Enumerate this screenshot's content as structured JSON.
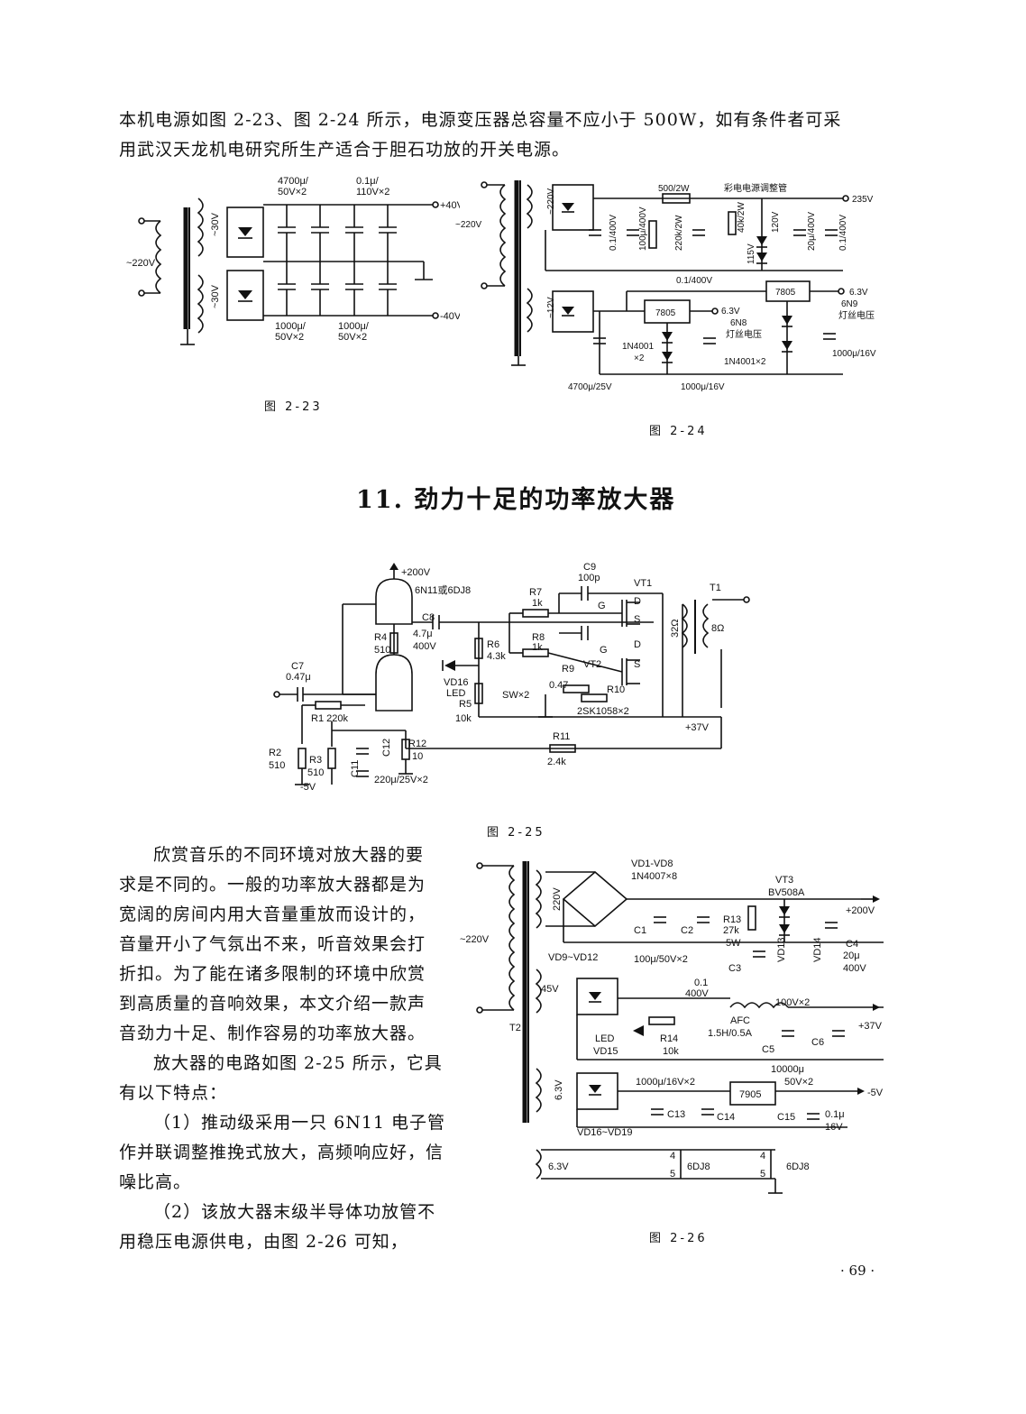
{
  "intro": {
    "line1": "本机电源如图 2-23、图 2-24 所示，电源变压器总容量不应小于 500W，如有条件者可采",
    "line2": "用武汉天龙机电研究所生产适合于胆石功放的开关电源。"
  },
  "fig223": {
    "caption": "图 2-23",
    "labels": [
      "4700μ/\n50V×2",
      "0.1μ/\n110V×2",
      "+40V",
      "~220V",
      "~30V",
      "~30V",
      "-40V",
      "1000μ/\n50V×2",
      "1000μ/\n50V×2"
    ]
  },
  "fig224": {
    "caption": "图 2-24",
    "labels": [
      "~220V",
      "~220V",
      "500/2W",
      "彩电电源调整管",
      "235V",
      "0.1/400V",
      "100μ/400V",
      "220k/2W",
      "40k/2W",
      "120V",
      "115V",
      "20μ/400V",
      "0.1/400V",
      "0.1/400V",
      "7805",
      "6.3V",
      "6N9",
      "灯丝电压",
      "~12V",
      "7805",
      "6.3V",
      "6N8",
      "灯丝电压",
      "1N4001",
      "×2",
      "1N4001×2",
      "1000μ/16V",
      "4700μ/25V",
      "1000μ/16V"
    ]
  },
  "section": {
    "title": "11. 劲力十足的功率放大器"
  },
  "fig225": {
    "caption": "图 2-25",
    "labels": [
      "+200V",
      "6N11或6DJ8",
      "C9",
      "100p",
      "VT1",
      "T1",
      "R7",
      "1k",
      "G",
      "D",
      "S",
      "C8",
      "4.7μ",
      "400V",
      "R4",
      "510",
      "R6",
      "4.3k",
      "R8",
      "1k",
      "G",
      "D",
      "S",
      "32Ω",
      "8Ω",
      "C7",
      "0.47μ",
      "VD16",
      "LED",
      "R5",
      "10k",
      "R9",
      "VT2",
      "SW×2",
      "0.47",
      "R10",
      "2SK1058×2",
      "R1 220k",
      "+37V",
      "R2",
      "510",
      "R3",
      "510",
      "-5V",
      "C11",
      "C12",
      "R12",
      "10",
      "220μ/25V×2",
      "R11",
      "2.4k"
    ]
  },
  "body": {
    "p1": [
      "欣赏音乐的不同环境对放大器的要",
      "求是不同的。一般的功率放大器都是为",
      "宽阔的房间内用大音量重放而设计的，",
      "音量开小了气氛出不来，听音效果会打",
      "折扣。为了能在诸多限制的环境中欣赏",
      "到高质量的音响效果，本文介绍一款声",
      "音劲力十足、制作容易的功率放大器。"
    ],
    "p2": [
      "放大器的电路如图 2-25 所示，它具",
      "有以下特点："
    ],
    "p3": [
      "（1）推动级采用一只 6N11 电子管",
      "作并联调整推挽式放大，高频响应好，信",
      "噪比高。"
    ],
    "p4": [
      "（2）该放大器末级半导体功放管不",
      "用稳压电源供电，由图 2-26 可知，"
    ]
  },
  "fig226": {
    "caption": "图 2-26",
    "labels": [
      "VD1-VD8",
      "1N4007×8",
      "VT3",
      "BV508A",
      "220V",
      "+200V",
      "~220V",
      "R13",
      "27k",
      "5W",
      "C4",
      "20μ",
      "400V",
      "C1",
      "C2",
      "VD13",
      "VD14",
      "VD9~VD12",
      "100μ/50V×2",
      "C3",
      "0.1",
      "400V",
      "100V×2",
      "45V",
      "AFC",
      "+37V",
      "T2",
      "1.5H/0.5A",
      "LED",
      "R14",
      "VD15",
      "10k",
      "C5",
      "C6",
      "10000μ",
      "50V×2",
      "1000μ/16V×2",
      "7905",
      "-5V",
      "6.3V",
      "C13",
      "C14",
      "C15",
      "0.1μ",
      "16V",
      "VD16~VD19",
      "6.3V",
      "4",
      "5",
      "6DJ8",
      "4",
      "5",
      "6DJ8"
    ]
  },
  "page_number": "· 69 ·"
}
